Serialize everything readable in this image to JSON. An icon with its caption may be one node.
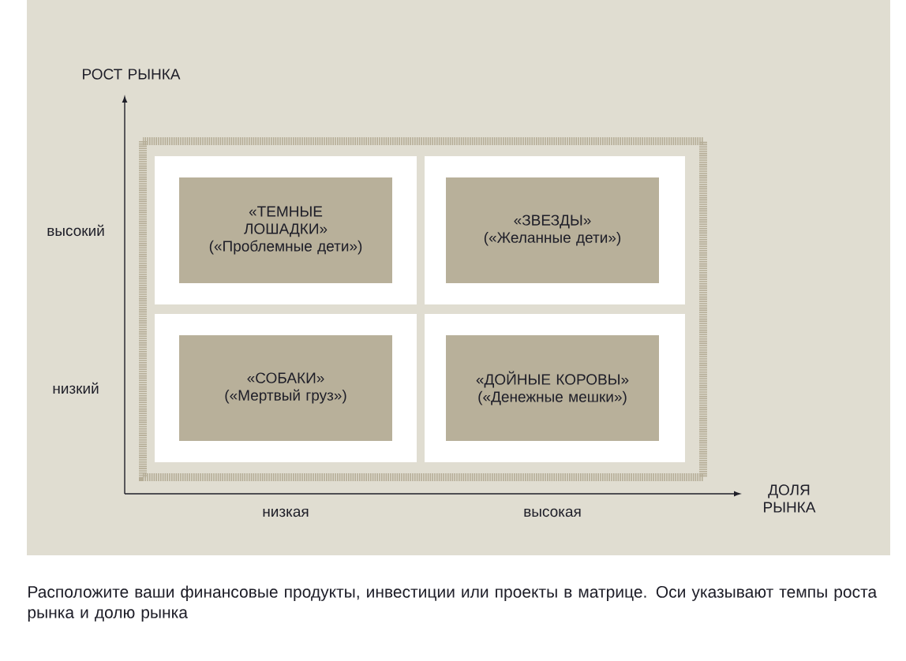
{
  "diagram": {
    "caption": "Расположите ваши финансовые продукты, инвестиции или проекты в матрице. Оси указывают темпы роста рынка и долю рынка",
    "nodes": [
      {
        "text": [
          "«ТЕМНЫЕ ЛОШАДКИ»",
          "(«Проблемные дети»)"
        ]
      },
      {
        "text": [
          "«ЗВЕЗДЫ»",
          "(«Желанные дети»)"
        ]
      },
      {
        "text": [
          "«СОБАКИ»",
          "(«Мертвый груз»)"
        ]
      },
      {
        "text": [
          "«ДОЙНЫЕ КОРОВЫ»",
          "(«Денежные мешки»)"
        ]
      }
    ],
    "edges": [],
    "labels": [
      "РОСТ РЫНКА",
      "высокий",
      "низкий",
      "низкая",
      "высокая",
      "ДОЛЯ РЫНКА"
    ]
  }
}
